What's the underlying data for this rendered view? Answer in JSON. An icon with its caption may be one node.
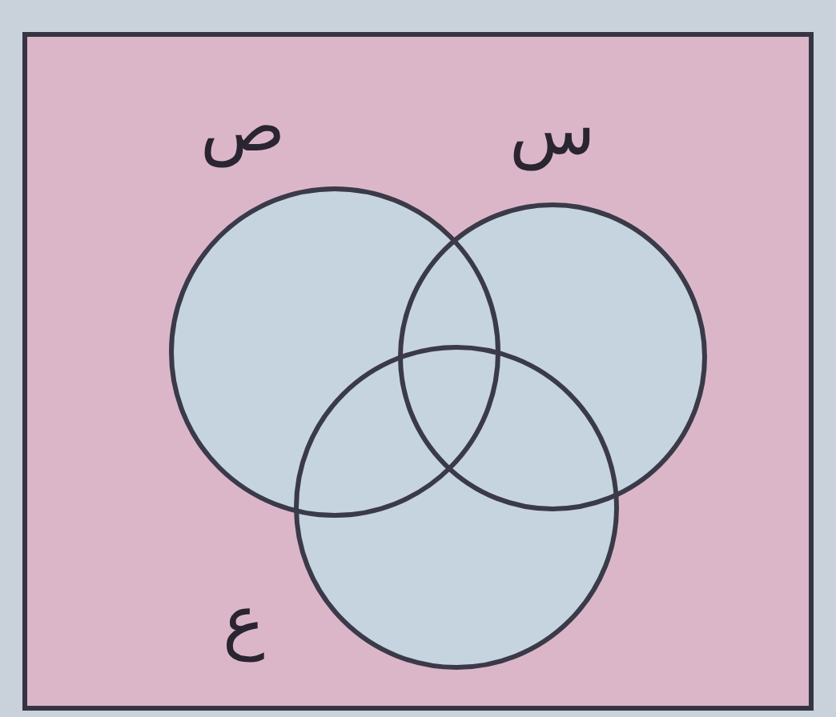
{
  "diagram": {
    "nodes": [
      {
        "text": [],
        "shape": "box"
      },
      {
        "text": [
          "ص"
        ],
        "in": 0
      },
      {
        "text": [
          "س"
        ],
        "in": 0
      },
      {
        "text": [
          "ع"
        ],
        "in": 0
      }
    ],
    "edges": []
  }
}
